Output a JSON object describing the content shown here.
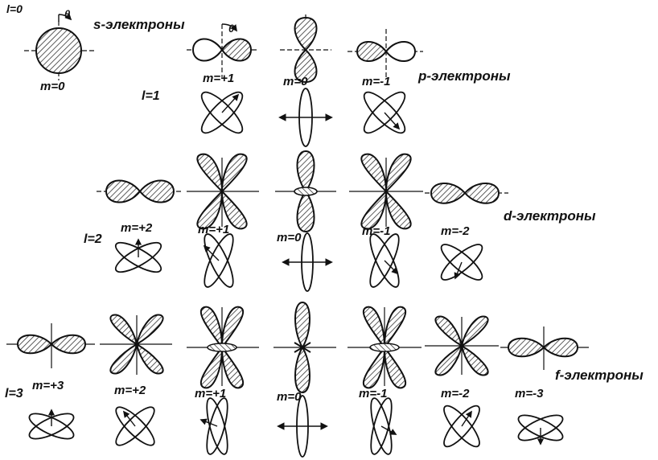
{
  "section_labels": {
    "s": "s-электроны",
    "p": "p-электроны",
    "d": "d-электроны",
    "f": "f-электроны"
  },
  "l_labels": {
    "l0": "l=0",
    "l1": "l=1",
    "l2": "l=2",
    "l3": "l=3"
  },
  "angle_symbol": "θ",
  "m_labels": {
    "s": [
      "m=0"
    ],
    "p": [
      "m=+1",
      "m=0",
      "m=-1"
    ],
    "d": [
      "m=+2",
      "m=+1",
      "m=0",
      "m=-1",
      "m=-2"
    ],
    "f": [
      "m=+3",
      "m=+2",
      "m=+1",
      "m=0",
      "m=-1",
      "m=-2",
      "m=-3"
    ]
  },
  "colors": {
    "ink": "#111111",
    "hatch": "#333333",
    "paper": "#ffffff"
  }
}
